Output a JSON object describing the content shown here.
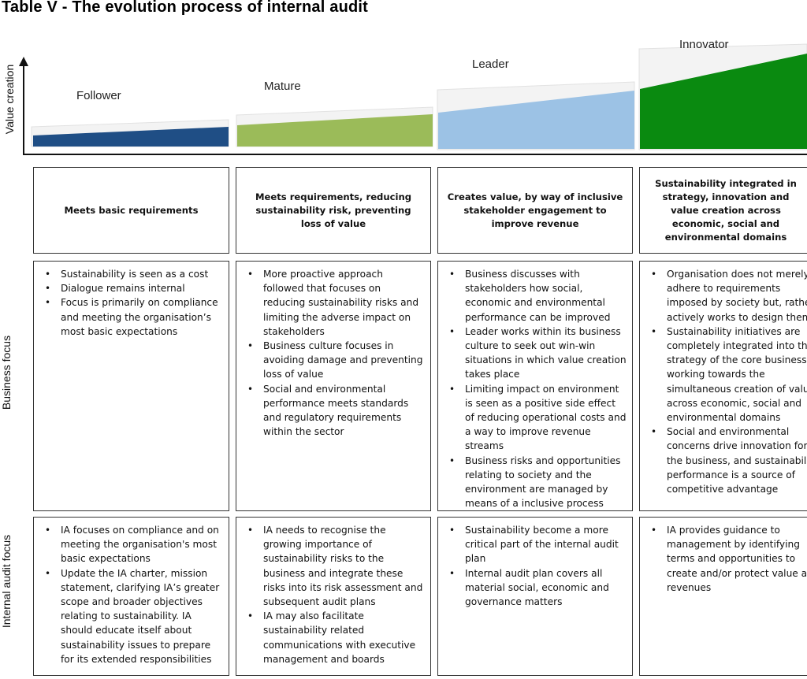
{
  "title": "Table V - The evolution process of internal audit",
  "axis_labels": {
    "value_creation": "Value creation",
    "business_focus": "Business focus",
    "internal_audit_focus": "Internal audit focus"
  },
  "stages": [
    {
      "name": "Follower",
      "color": "#1f4e85",
      "header": "Meets basic requirements",
      "business_focus": [
        "Sustainability is seen as a cost",
        "Dialogue remains internal",
        "Focus is primarily on compliance and meeting the organisation’s most basic expectations"
      ],
      "internal_audit_focus": [
        "IA focuses on compliance and on meeting the organisation's most basic expectations",
        "Update the IA charter, mission statement, clarifying IA’s greater scope and broader objectives relating to sustainability. IA should educate itself about sustainability issues to prepare for its extended responsibilities"
      ]
    },
    {
      "name": "Mature",
      "color": "#9bbb59",
      "header": "Meets requirements, reducing sustainability risk, preventing loss of value",
      "business_focus": [
        "More proactive approach followed that focuses on reducing sustainability risks and limiting the adverse impact on stakeholders",
        "Business culture focuses in avoiding damage and preventing loss of value",
        "Social and environmental performance meets standards and regulatory requirements within the sector"
      ],
      "internal_audit_focus": [
        "IA needs to recognise the growing importance of sustainability risks to the business and integrate these risks into its risk assessment and subsequent audit plans",
        "IA may also facilitate sustainability related communications with executive management and boards"
      ]
    },
    {
      "name": "Leader",
      "color": "#9cc2e5",
      "header": "Creates value, by way of inclusive stakeholder engagement to improve revenue",
      "business_focus": [
        "Business discusses with stakeholders how social, economic and environmental performance can be improved",
        "Leader works within its business culture to seek out win-win situations in which value creation takes place",
        "Limiting impact on environment is seen as a positive side effect of reducing operational costs and a way to improve revenue streams",
        "Business risks and opportunities relating to society and the environment are managed by means of a inclusive process"
      ],
      "internal_audit_focus": [
        "Sustainability become a more critical part of the internal audit plan",
        "Internal audit plan covers all material social, economic and governance matters"
      ]
    },
    {
      "name": "Innovator",
      "color": "#0a8a10",
      "header": "Sustainability integrated in strategy, innovation and value creation across economic, social and environmental domains",
      "business_focus": [
        "Organisation does not merely adhere to requirements imposed by society but, rather actively works to design them",
        "Sustainability initiatives are completely integrated into the strategy of the core business, working towards the simultaneous creation of value across economic, social and environmental domains",
        "Social and environmental concerns drive innovation for the business, and sustainability performance is a source of competitive advantage"
      ],
      "internal_audit_focus": [
        "IA provides guidance to management by identifying terms and opportunities to create and/or protect value and revenues"
      ]
    }
  ]
}
